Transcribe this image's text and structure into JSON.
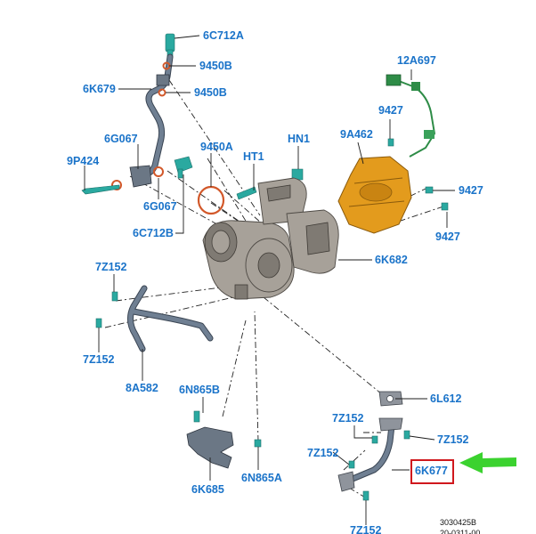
{
  "labels": {
    "l_6C712A": "6C712A",
    "l_9450B_1": "9450B",
    "l_9450B_2": "9450B",
    "l_6K679": "6K679",
    "l_6G067_1": "6G067",
    "l_9P424": "9P424",
    "l_6G067_2": "6G067",
    "l_6C712B": "6C712B",
    "l_9450A": "9450A",
    "l_HT1": "HT1",
    "l_HN1": "HN1",
    "l_9A462": "9A462",
    "l_12A697": "12A697",
    "l_9427_1": "9427",
    "l_9427_2": "9427",
    "l_9427_3": "9427",
    "l_6K682": "6K682",
    "l_7Z152_1": "7Z152",
    "l_7Z152_2": "7Z152",
    "l_8A582": "8A582",
    "l_6N865B": "6N865B",
    "l_6K685": "6K685",
    "l_6N865A": "6N865A",
    "l_6L612": "6L612",
    "l_7Z152_3": "7Z152",
    "l_7Z152_4": "7Z152",
    "l_7Z152_5": "7Z152",
    "l_6K677": "6K677",
    "l_7Z152_6": "7Z152"
  },
  "footer": {
    "code": "3030425B",
    "date": "20-0311-00"
  },
  "colors": {
    "label": "#1a73c9",
    "highlight_box": "#d0181d",
    "arrow": "#3bd22f",
    "heat_shield": "#e39b1d",
    "bolt": "#2aa9a0",
    "seal_ring": "#d2582a"
  },
  "highlighted_part": "6K677"
}
